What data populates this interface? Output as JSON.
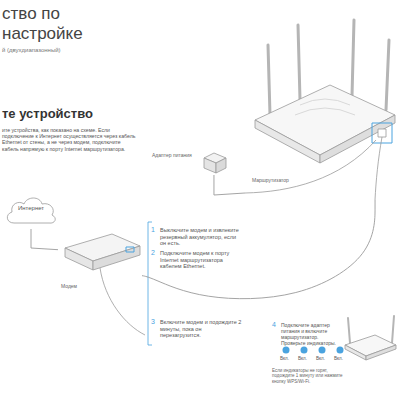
{
  "diagram": {
    "title": "ство по настройке",
    "nodes": [
      {
        "text": [
          "Интернет"
        ]
      },
      {
        "text": [
          "Модем"
        ]
      },
      {
        "text": [
          "Адаптер питания"
        ]
      },
      {
        "text": [
          "Маршрутизатор"
        ]
      }
    ],
    "edges": [
      {
        "from": 0,
        "to": 1,
        "arrow": "none"
      },
      {
        "from": 1,
        "to": 3,
        "arrow": "none"
      },
      {
        "from": 2,
        "to": 3,
        "arrow": "none"
      }
    ],
    "labels": [
      "й (двухдиапазонный)",
      "те устройство",
      "ите устройства, как показано на схеме. Если подключение к Интернет осуществляется через кабель Ethernet от стены, а не через модем, подключите кабель напрямую к порту Internet маршрутизатора.",
      "1",
      "Выключите модем и извлеките резервный аккумулятор, если он есть.",
      "2",
      "Подключите модем к порту Internet маршрутизатора кабелем Ethernet.",
      "3",
      "Включите модем и подождите 2 минуты, пока он перезагрузится.",
      "4",
      "Подключите адаптер питания и включите маршрутизатор. Проверьте индикаторы.",
      "Вкл.",
      "Вкл.",
      "Вкл.",
      "Вкл.",
      "Если индикаторы не горят, подождите 1 минуту или нажмите кнопку WPS/Wi-Fi."
    ]
  }
}
